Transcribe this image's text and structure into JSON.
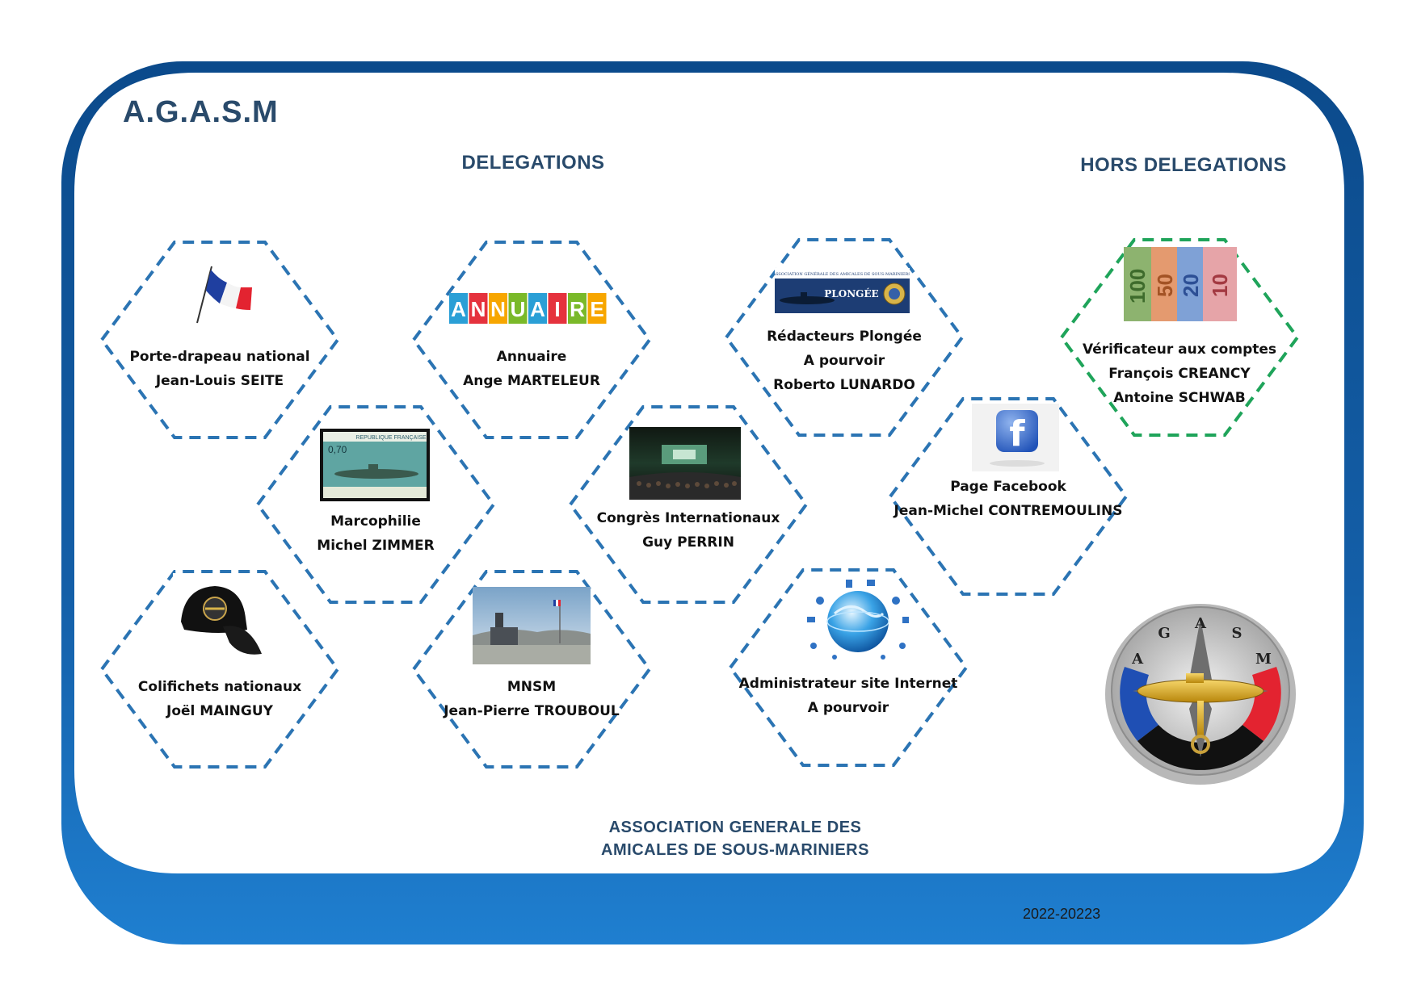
{
  "header": {
    "org": "A.G.A.S.M",
    "delegations": "DELEGATIONS",
    "hors_delegations": "HORS DELEGATIONS"
  },
  "footer": {
    "line1": "ASSOCIATION GENERALE DES",
    "line2": "AMICALES DE SOUS-MARINIERS",
    "year": "2022-20223"
  },
  "nodes": [
    {
      "id": "porte-drapeau",
      "lines": [
        "Porte-drapeau national",
        "Jean-Louis SEITE"
      ],
      "icon": "french-flag-icon",
      "group": "delegations"
    },
    {
      "id": "marcophilie",
      "lines": [
        "Marcophilie",
        "Michel ZIMMER"
      ],
      "icon": "submarine-stamp-icon",
      "group": "delegations"
    },
    {
      "id": "colifichets",
      "lines": [
        "Colifichets nationaux",
        "Joël MAINGUY"
      ],
      "icon": "cap-icon",
      "group": "delegations"
    },
    {
      "id": "annuaire",
      "lines": [
        "Annuaire",
        "Ange MARTELEUR"
      ],
      "icon": "annuaire-logo",
      "group": "delegations"
    },
    {
      "id": "mnsm",
      "lines": [
        "MNSM",
        "Jean-Pierre TROUBOUL"
      ],
      "icon": "monument-photo",
      "group": "delegations"
    },
    {
      "id": "congres",
      "lines": [
        "Congrès Internationaux",
        "Guy PERRIN"
      ],
      "icon": "conference-photo",
      "group": "delegations"
    },
    {
      "id": "plongee",
      "lines": [
        "Rédacteurs Plongée",
        "A pourvoir",
        "Roberto LUNARDO"
      ],
      "icon": "plongee-magazine-icon",
      "group": "delegations"
    },
    {
      "id": "internet",
      "lines": [
        "Administrateur site Internet",
        "A pourvoir"
      ],
      "icon": "globe-network-icon",
      "group": "delegations"
    },
    {
      "id": "facebook",
      "lines": [
        "Page Facebook",
        "Jean-Michel CONTREMOULINS"
      ],
      "icon": "facebook-icon",
      "group": "delegations"
    },
    {
      "id": "verificateur",
      "lines": [
        "Vérificateur aux comptes",
        "François CREANCY",
        "Antoine SCHWAB"
      ],
      "icon": "banknotes-icon",
      "group": "hors"
    }
  ],
  "annuaire_letters": [
    "A",
    "N",
    "N",
    "U",
    "A",
    "I",
    "R",
    "E"
  ],
  "annuaire_colors": [
    "#2a9fd6",
    "#e5323d",
    "#f7a600",
    "#7ab929",
    "#2a9fd6",
    "#e5323d",
    "#7ab929",
    "#f7a600"
  ],
  "plongee": {
    "header": "ASSOCIATION GÉNÉRALE DES AMICALES DE SOUS-MARINIERS",
    "title": "PLONGÉE"
  },
  "stamp": {
    "country": "REPUBLIQUE FRANÇAISE",
    "value": "0,70"
  },
  "banknotes": [
    "100",
    "50",
    "20",
    "10"
  ],
  "emblem_letters": [
    "A",
    "G",
    "A",
    "S",
    "M"
  ],
  "colors": {
    "frame_dark": "#0c4a8a",
    "frame_light": "#1f7fd0",
    "hex_blue": "#2b74b3",
    "hex_green": "#1fa45a",
    "title": "#294a6b"
  }
}
